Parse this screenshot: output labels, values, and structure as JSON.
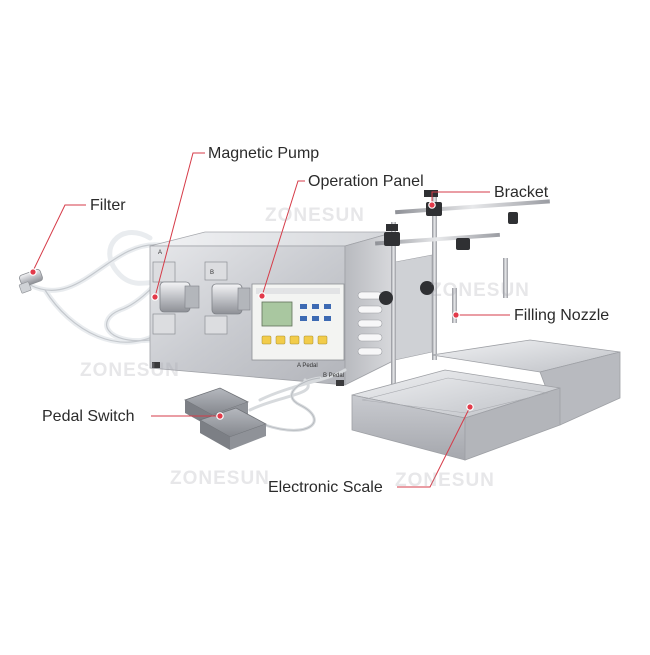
{
  "labels": {
    "magnetic_pump": "Magnetic Pump",
    "operation_panel": "Operation Panel",
    "filter": "Filter",
    "bracket": "Bracket",
    "filling_nozzle": "Filling Nozzle",
    "pedal_switch": "Pedal Switch",
    "electronic_scale": "Electronic Scale"
  },
  "watermark": "ZONESUN",
  "machine_tags": {
    "a_pedal": "A Pedal",
    "b_pedal": "B Pedal",
    "port_a": "A",
    "port_b": "B"
  },
  "colors": {
    "leader_line": "#d63b48",
    "leader_dot": "#e23a4a",
    "label_text": "#2b2b2b",
    "steel": "#c8cacf",
    "panel_screen": "#a9c7a0"
  }
}
